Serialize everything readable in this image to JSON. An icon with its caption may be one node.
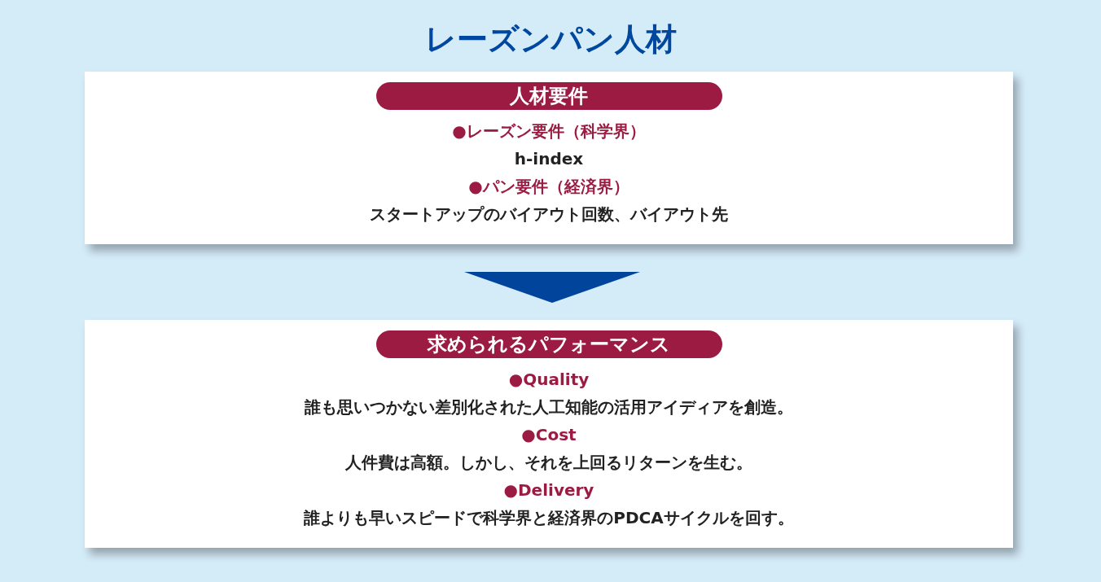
{
  "diagram": {
    "title": "レーズンパン人材",
    "nodes": [
      {
        "text": [
          "●レーズン要件（科学界）",
          "h-index",
          "●パン要件（経済界）",
          "スタートアップのバイアウト回数、バイアウト先"
        ]
      },
      {
        "text": [
          "人材要件"
        ],
        "in": 0
      },
      {
        "text": [
          "●Quality",
          "誰も思いつかない差別化された人工知能の活用アイディアを創造。",
          "●Cost",
          "人件費は高額。しかし、それを上回るリターンを生む。",
          "●Delivery",
          "誰よりも早いスピードで科学界と経済界のPDCAサイクルを回す。"
        ]
      },
      {
        "text": [
          "求められるパフォーマンス"
        ],
        "in": 2
      }
    ],
    "edges": [
      {
        "from": 0,
        "to": 2,
        "arrow": "to"
      }
    ]
  }
}
